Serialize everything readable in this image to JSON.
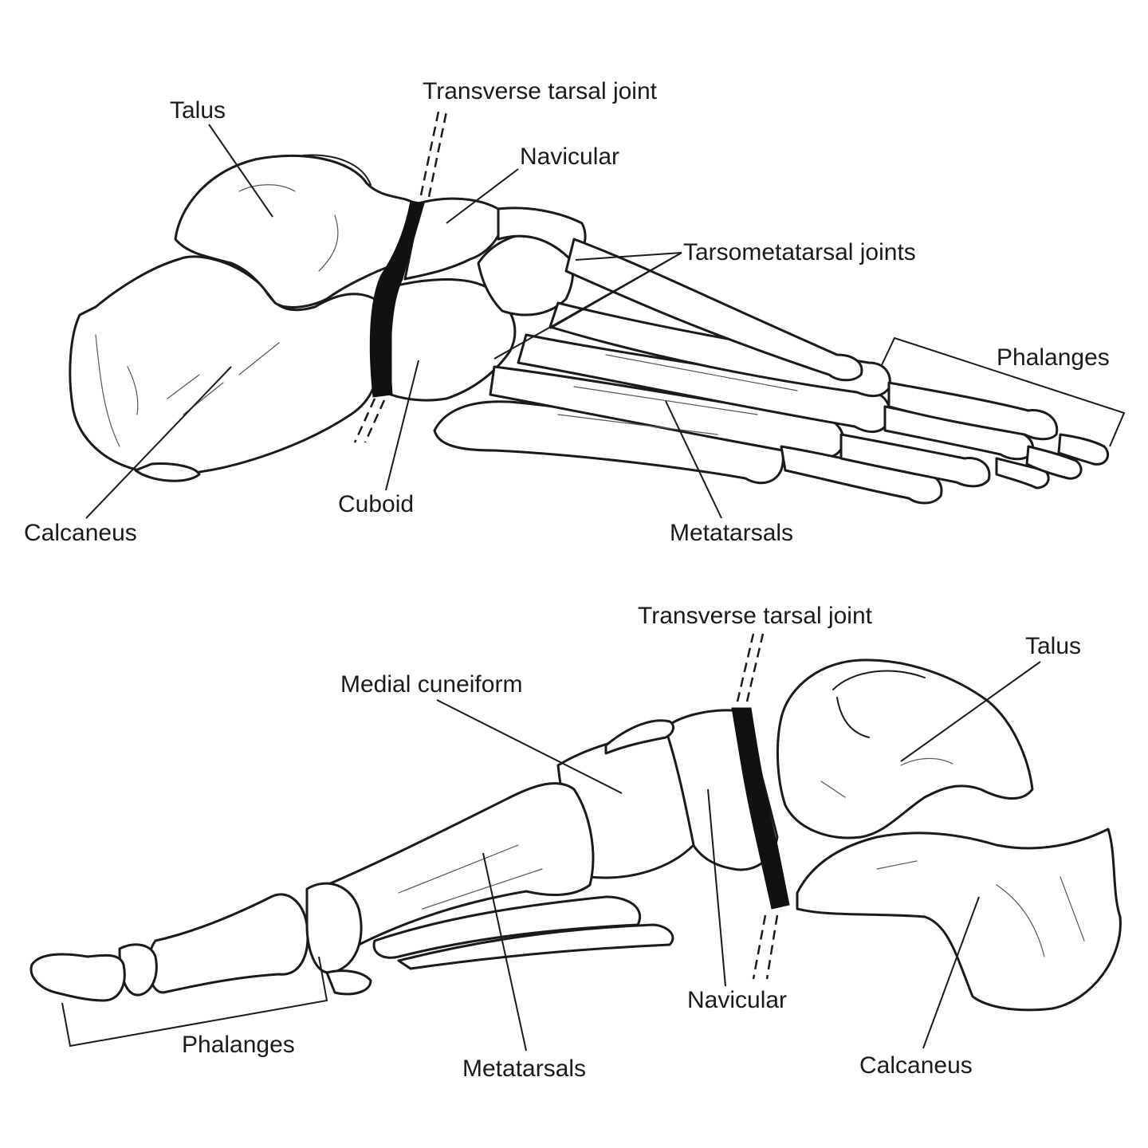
{
  "lateral_view": {
    "labels": {
      "talus": "Talus",
      "transverse_tarsal_joint": "Transverse tarsal joint",
      "navicular": "Navicular",
      "tarsometatarsal_joints": "Tarsometatarsal joints",
      "phalanges": "Phalanges",
      "calcaneus": "Calcaneus",
      "cuboid": "Cuboid",
      "metatarsals": "Metatarsals"
    }
  },
  "medial_view": {
    "labels": {
      "transverse_tarsal_joint": "Transverse tarsal joint",
      "talus": "Talus",
      "medial_cuneiform": "Medial cuneiform",
      "navicular": "Navicular",
      "phalanges": "Phalanges",
      "metatarsals": "Metatarsals",
      "calcaneus": "Calcaneus"
    }
  }
}
